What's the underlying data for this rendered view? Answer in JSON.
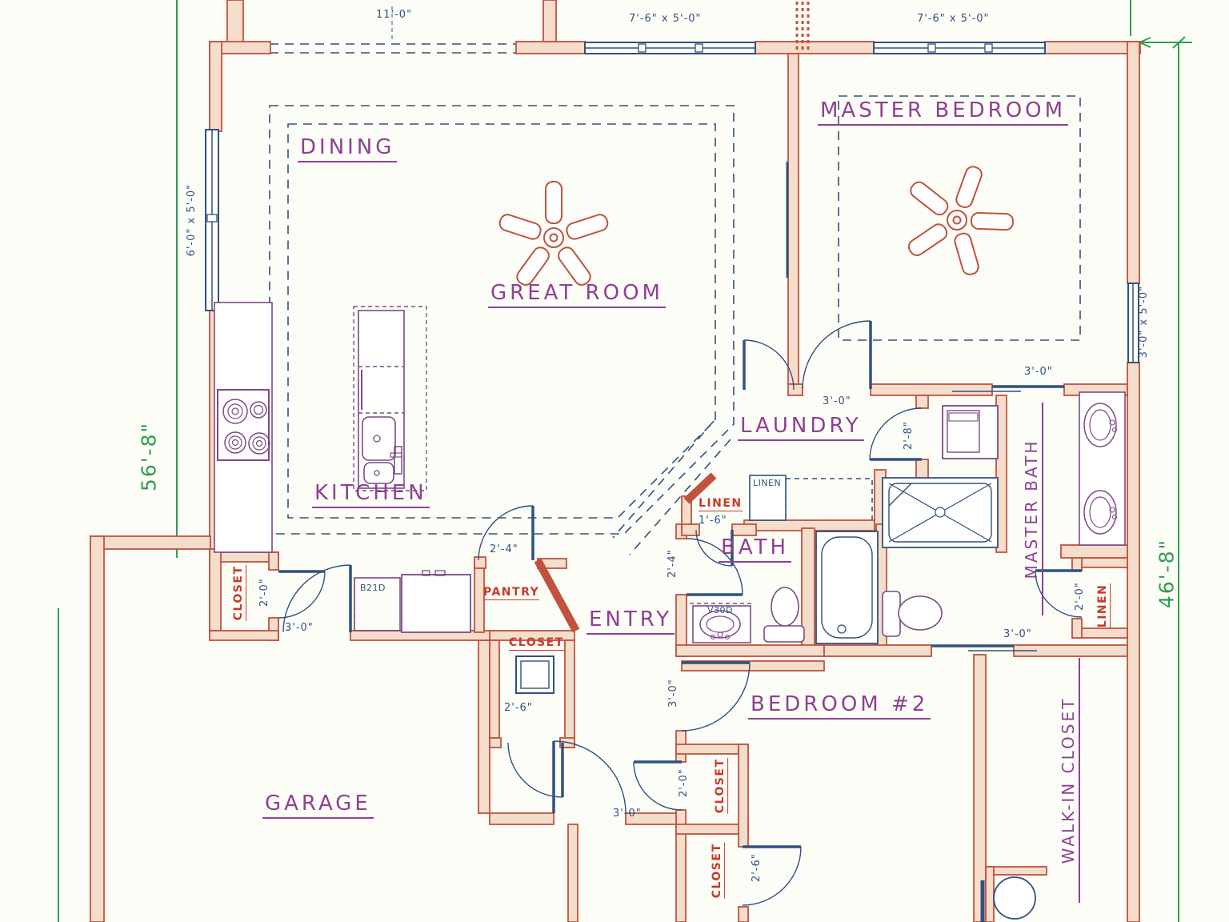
{
  "rooms": {
    "dining": "DINING",
    "great_room": "GREAT ROOM",
    "kitchen": "KITCHEN",
    "master_bedroom": "MASTER BEDROOM",
    "laundry": "LAUNDRY",
    "bath": "BATH",
    "master_bath": "MASTER BATH",
    "entry": "ENTRY",
    "bedroom2": "BEDROOM #2",
    "garage": "GARAGE",
    "walk_in_closet": "WALK-IN CLOSET"
  },
  "storage": {
    "closet": "CLOSET",
    "pantry": "PANTRY",
    "linen": "LINEN"
  },
  "fixtures": {
    "cabinet_b21d": "B21D",
    "vanity_v30d": "V30D",
    "linen_cabinet": "LINEN"
  },
  "dimensions": {
    "overall_depth": "56'-8\"",
    "overall_width": "46'-8\"",
    "opening_11_0": "11'-0\"",
    "window_7_6x5_0": "7'-6\" x 5'-0\"",
    "window_6_0x5_0": "6'-0\" x 5'-0\"",
    "window_3_0x5_0": "3'-0\" x 5'-0\"",
    "door_3_0": "3'-0\"",
    "door_2_8": "2'-8\"",
    "door_2_6": "2'-6\"",
    "door_2_4": "2'-4\"",
    "door_2_0": "2'-0\"",
    "door_1_6": "1'-6\""
  },
  "colors": {
    "walls": "#c0523e",
    "wall_fill": "#f4ddcb",
    "fixtures_blue": "#31517d",
    "fixtures_purple": "#7c4a85",
    "label_purple": "#8e4191",
    "label_red": "#c63b28",
    "dimension_green": "#2f9e4e",
    "background": "#fdfdf8"
  }
}
